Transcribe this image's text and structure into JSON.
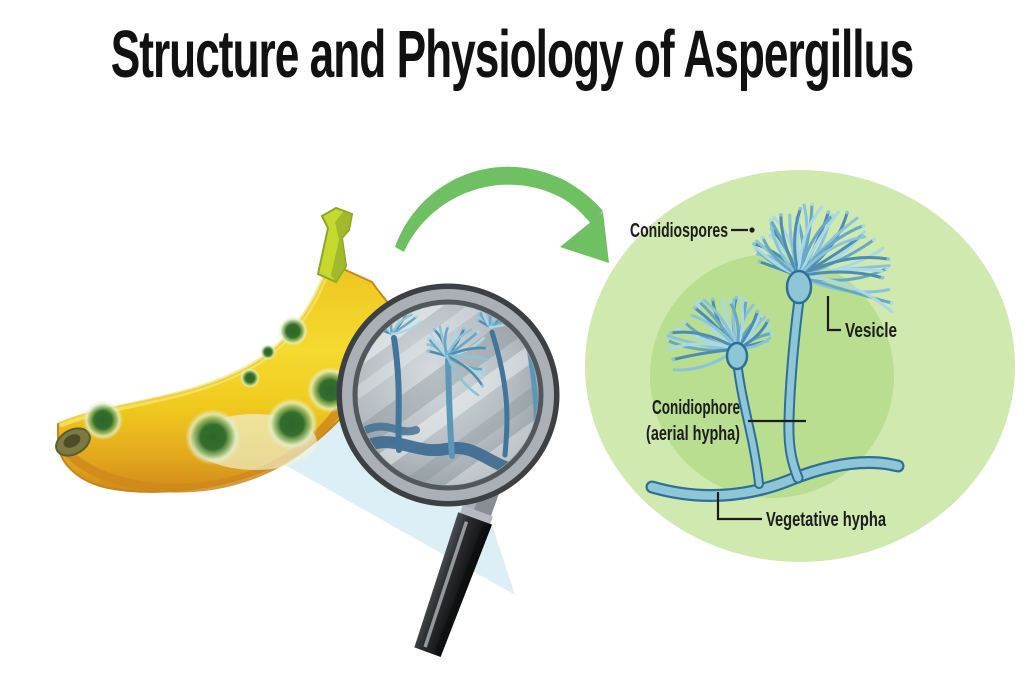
{
  "title": "Structure and Physiology of Aspergillus",
  "diagram": {
    "labels": {
      "conidiospores": "Conidiospores",
      "vesicle": "Vesicle",
      "conidiophore": "Conidiophore",
      "conidiophore_sub": "(aerial hypha)",
      "vegetative_hypha": "Vegetative hypha"
    },
    "colors": {
      "outer_circle": "#cfe9ae",
      "inner_circle": "#b9de8f",
      "arrow": "#6fc063",
      "fungus_fill": "#8ec6d8",
      "fungus_outline": "#2e7095",
      "banana_yellow": "#f2cc1e",
      "mold_green": "#2e6b2c",
      "beam_blue": "#daeef6",
      "label_text": "#1c1c1c",
      "title_text": "#111111"
    }
  }
}
